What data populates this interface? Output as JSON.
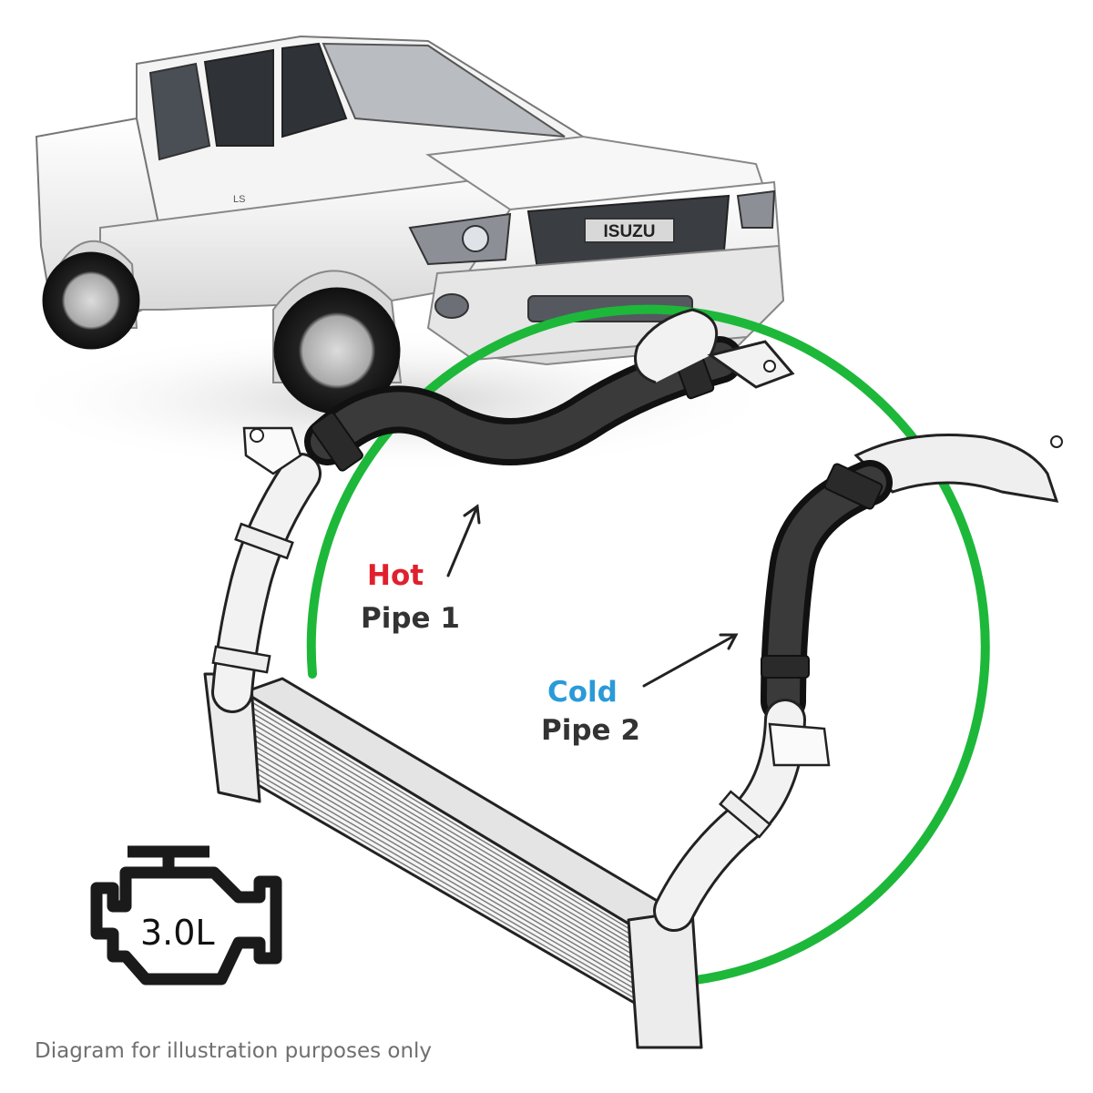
{
  "labels": {
    "hot_word": "Hot",
    "pipe1": "Pipe 1",
    "cold_word": "Cold",
    "pipe2": "Pipe 2"
  },
  "engine": {
    "displacement": "3.0L",
    "icon": "engine-icon"
  },
  "truck": {
    "brand_badge": "ISUZU",
    "trim_badge": "LS",
    "icon": "pickup-truck-illustration"
  },
  "disclaimer": "Diagram for illustration purposes only",
  "colors": {
    "hot": "#e0202c",
    "cold": "#2a9ad8",
    "pipe_text": "#333333",
    "circle": "#1db83a",
    "hose": "#2a2a2a",
    "disclaimer": "#6f6f6f"
  }
}
